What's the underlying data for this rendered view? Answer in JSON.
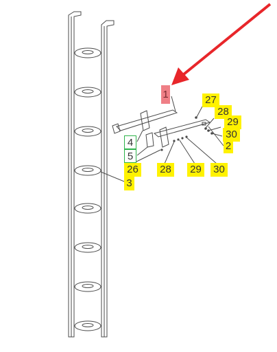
{
  "colors": {
    "callout_yellow": "#fff200",
    "callout_red": "#ef7f86",
    "callout_green_border": "#2db34a",
    "pointer_arrow": "#e8262a",
    "line": "#4a4a4a"
  },
  "pointer": {
    "icon": "red-arrow-icon",
    "target_label": "1"
  },
  "callouts": {
    "c1": "1",
    "c27": "27",
    "c28a": "28",
    "c29a": "29",
    "c30a": "30",
    "c2": "2",
    "c4": "4",
    "c5": "5",
    "c26": "26",
    "c3": "3",
    "c28b": "28",
    "c29b": "29",
    "c30b": "30"
  }
}
